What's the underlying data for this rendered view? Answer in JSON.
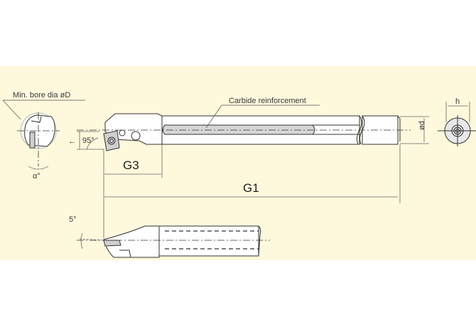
{
  "drawing": {
    "type": "boring bar technical drawing",
    "background_color": "#fef8dc",
    "labels": {
      "min_bore": "Min. bore dia øD",
      "carbide": "Carbide reinforcement",
      "angle_95": "95°",
      "angle_5": "5°",
      "alpha": "α°",
      "g3": "G3",
      "g1": "G1",
      "od": "ød",
      "h": "h",
      "feed_arrow": "←"
    }
  }
}
